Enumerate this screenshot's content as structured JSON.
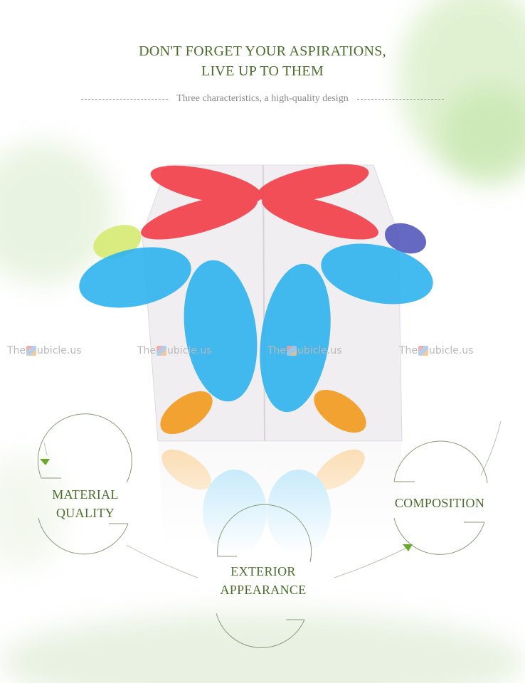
{
  "header": {
    "title_line1": "DON'T FORGET YOUR ASPIRATIONS,",
    "title_line2": "LIVE UP TO THEM",
    "subtitle": "Three characteristics, a high-quality design"
  },
  "watermark": {
    "prefix": "The",
    "suffix": "ubicle.us",
    "positions_x": [
      10,
      193,
      376,
      561
    ]
  },
  "product": {
    "name": "clover-cube-puzzle",
    "colors": {
      "red": "#f2414a",
      "blue": "#2fb4ef",
      "orange": "#f39a1d",
      "purple": "#4a4fb6",
      "yellow_green": "#d4e96a",
      "clear": "#eef0f4"
    }
  },
  "features": [
    {
      "label_line1": "MATERIAL",
      "label_line2": "QUALITY"
    },
    {
      "label_line1": "EXTERIOR",
      "label_line2": "APPEARANCE"
    },
    {
      "label_line1": "COMPOSITION",
      "label_line2": ""
    }
  ],
  "colors": {
    "accent_green": "#4a6e2a",
    "arrow_green": "#6aaa2a",
    "subtitle_gray": "#8a8a8a",
    "circle_stroke": "#8b9a7a"
  }
}
